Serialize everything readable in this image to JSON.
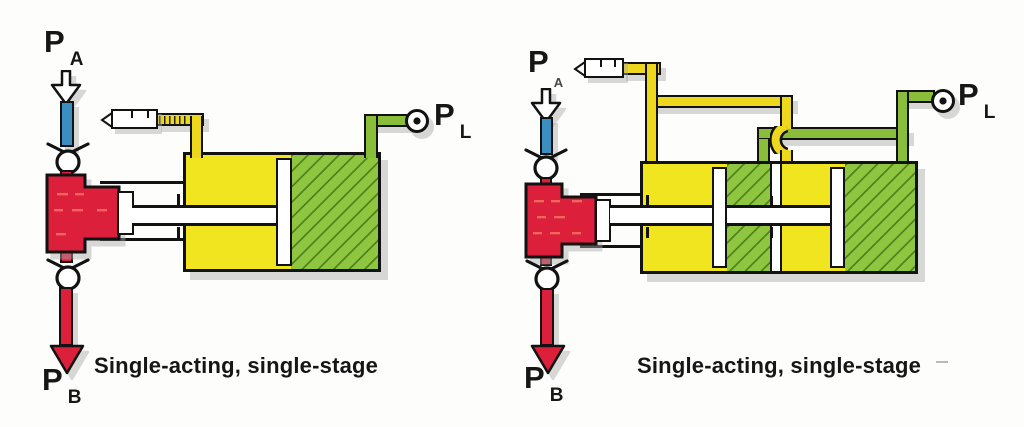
{
  "colors": {
    "red": "#dc1f3b",
    "yellow": "#f0e51e",
    "pipe_yellow": "#eed81e",
    "green": "#8ec63f",
    "pipe_green": "#8abe3a",
    "blue": "#3a8fc0",
    "outline": "#121212",
    "paper": "#fdfdfc",
    "text": "#161616"
  },
  "icons": [
    "air-inlet-arrow-icon (hollow down arrow)",
    "check-valve-icon (ball in seat)",
    "muffler-icon (white body with left tip)",
    "load-port-icon (circle with dot)",
    "flow-out-arrow-icon (solid red down arrow)"
  ],
  "left_diagram": {
    "inlet_label": {
      "main": "P",
      "sub": "A"
    },
    "outlet_label": {
      "main": "P",
      "sub": "B"
    },
    "load_label": {
      "main": "P",
      "sub": "L"
    },
    "caption": "Single-acting, single-stage"
  },
  "right_diagram": {
    "inlet_label": {
      "main": "P",
      "sub": "A"
    },
    "outlet_label": {
      "main": "P",
      "sub": "B"
    },
    "load_label": {
      "main": "P",
      "sub": "L"
    },
    "caption": "Single-acting, single-stage"
  }
}
